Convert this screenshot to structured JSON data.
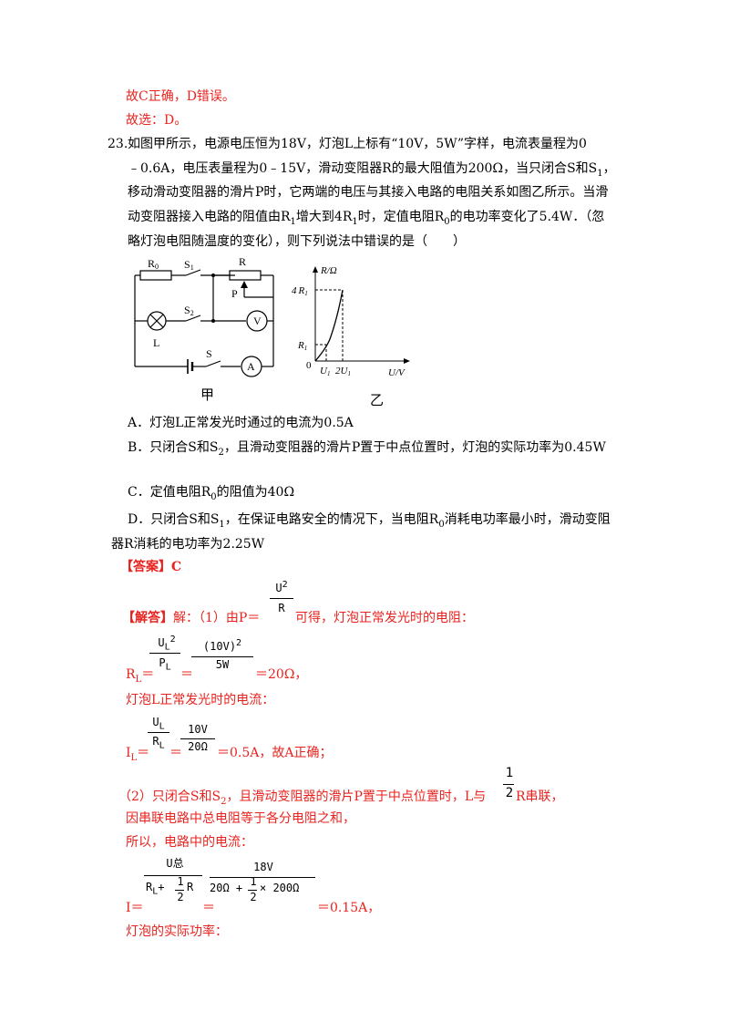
{
  "prev": {
    "line1": "故C正确，D错误。",
    "line2": "故选：D。"
  },
  "question": {
    "number": "23.",
    "l1": "如图甲所示，电源电压恒为18V，灯泡L上标有“10V，5W”字样，电流表量程为0",
    "l2": "﹣0.6A，电压表量程为0﹣15V，滑动变阻器R的最大阻值为200Ω，当只闭合S和S",
    "l2_sub": "1",
    "l2_tail": "，",
    "l3": "移动滑动变阻器的滑片P时，它两端的电压与其接入电路的电阻关系如图乙所示。当滑",
    "l4a": "动变阻器接入电路的阻值由R",
    "l4b": "增大到4R",
    "l4c": "时，定值电阻R",
    "l4d": "的电功率变化了5.4W．（忽",
    "sub1": "1",
    "sub0": "0",
    "l5": "略灯泡电阻随温度的变化），则下列说法中错误的是（　　）"
  },
  "figure": {
    "circuit": {
      "R0": "R",
      "R0_sub": "0",
      "S1": "S",
      "S1_sub": "1",
      "R": "R",
      "P": "P",
      "S2": "S",
      "S2_sub": "2",
      "V": "V",
      "L": "L",
      "S": "S",
      "A": "A",
      "caption": "甲"
    },
    "graph": {
      "ylabel": "R/Ω",
      "y4R1": "4",
      "yR1": "R",
      "origin": "0",
      "xU1": "U",
      "x2U1": "2U",
      "xlabel": "U/V",
      "caption": "乙",
      "sub1": "1"
    }
  },
  "options": {
    "A": "A．灯泡L正常发光时通过的电流为0.5A",
    "B_a": "B．只闭合S和S",
    "B_sub": "2",
    "B_b": "，且滑动变阻器的滑片P置于中点位置时，灯泡的实际功率为0.45W",
    "C_a": "C．定值电阻R",
    "C_sub": "0",
    "C_b": "的阻值为40Ω",
    "D1_a": "D．只闭合S和S",
    "D1_sub": "1",
    "D1_b": "，在保证电路安全的情况下，当电阻R",
    "D1_sub0": "0",
    "D1_c": "消耗电功率最小时，滑动变阻",
    "D2": "器R消耗的电功率为2.25W"
  },
  "answer": {
    "label": "【答案】C",
    "analysis_label": "【解答】",
    "s1": "解：（1）由P＝",
    "s1_num": "U",
    "s1_sup": "2",
    "s1_den": "R",
    "s1_tail": "可得，灯泡正常发光时的电阻：",
    "rl": "R",
    "rl_sub": "L",
    "eq": "＝",
    "ul": "U",
    "ul_sub": "L",
    "ul_sup": "2",
    "pl": "P",
    "pl_sub": "L",
    "num10v": "(10V)",
    "num10v_sup": "2",
    "den5w": "5W",
    "res1": "＝20Ω，",
    "s2": "灯泡L正常发光时的电流：",
    "il": "I",
    "il_sub": "L",
    "f_ul": "U",
    "f_rl": "R",
    "f_sub": "L",
    "n10v": "10V",
    "d20": "20Ω",
    "res2": "＝0.5A，故A正确；",
    "s3_a": "（2）只闭合S和S",
    "s3_sub": "2",
    "s3_b": "，且滑动变阻器的滑片P置于中点位置时，L与",
    "half_n": "1",
    "half_d": "2",
    "s3_c": "R串联，",
    "s4": "因串联电路中总电阻等于各分电阻之和，",
    "s5": "所以，电路中的电流：",
    "i": "I",
    "u_total": "U总",
    "den_a": "R",
    "den_sub": "L",
    "den_plus": "+",
    "den_r": "R",
    "n18v": "18V",
    "d_expr_a": "20Ω +",
    "d_expr_b": "× 200Ω",
    "res3": "＝0.15A，",
    "s6": "灯泡的实际功率："
  }
}
